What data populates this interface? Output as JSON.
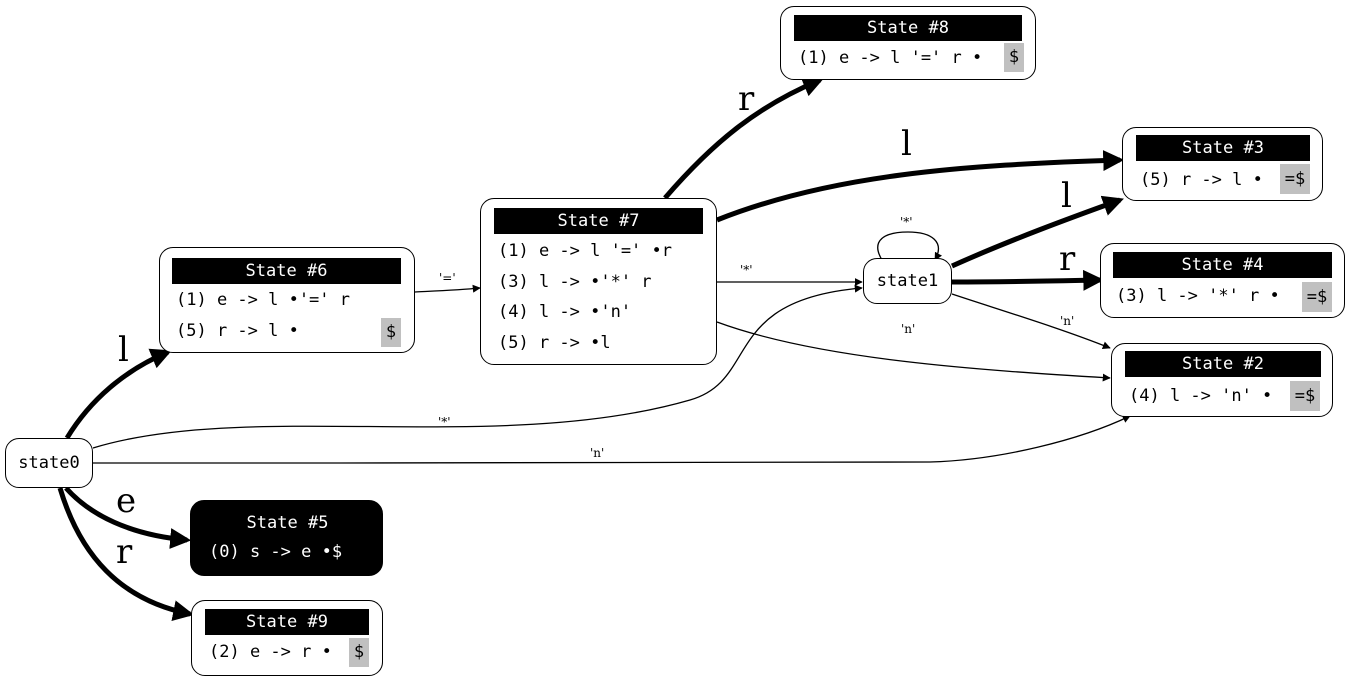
{
  "nodes": {
    "state0": {
      "label": "state0"
    },
    "state1": {
      "label": "state1"
    },
    "s8": {
      "title": "State #8",
      "items": [
        "(1) e -> l '=' r •"
      ],
      "lookahead": "$"
    },
    "s3": {
      "title": "State #3",
      "items": [
        "(5) r -> l •"
      ],
      "lookahead": "=$"
    },
    "s4": {
      "title": "State #4",
      "items": [
        "(3) l -> '*' r •"
      ],
      "lookahead": "=$"
    },
    "s2": {
      "title": "State #2",
      "items": [
        "(4) l -> 'n' •"
      ],
      "lookahead": "=$"
    },
    "s6": {
      "title": "State #6",
      "items": [
        "(1) e -> l •'=' r",
        "(5) r -> l •"
      ],
      "lookahead": "$"
    },
    "s7": {
      "title": "State #7",
      "items": [
        "(1) e -> l '=' •r",
        "(3) l -> •'*' r",
        "(4) l -> •'n'",
        "(5) r -> •l"
      ]
    },
    "s5": {
      "title": "State #5",
      "items": [
        "(0) s -> e •$"
      ]
    },
    "s9": {
      "title": "State #9",
      "items": [
        "(2) e -> r •"
      ],
      "lookahead": "$"
    }
  },
  "edges": [
    {
      "from": "state0",
      "to": "State #6",
      "label": "l"
    },
    {
      "from": "state0",
      "to": "State #5",
      "label": "e"
    },
    {
      "from": "state0",
      "to": "State #9",
      "label": "r"
    },
    {
      "from": "state0",
      "to": "state1",
      "label": "'*'"
    },
    {
      "from": "state0",
      "to": "State #2",
      "label": "'n'"
    },
    {
      "from": "State #6",
      "to": "State #7",
      "label": "'='"
    },
    {
      "from": "State #7",
      "to": "State #8",
      "label": "r"
    },
    {
      "from": "State #7",
      "to": "State #3",
      "label": "l"
    },
    {
      "from": "State #7",
      "to": "state1",
      "label": "'*'"
    },
    {
      "from": "State #7",
      "to": "State #2",
      "label": "'n'"
    },
    {
      "from": "state1",
      "to": "state1",
      "label": "'*'"
    },
    {
      "from": "state1",
      "to": "State #3",
      "label": "l"
    },
    {
      "from": "state1",
      "to": "State #4",
      "label": "r"
    },
    {
      "from": "state1",
      "to": "State #2",
      "label": "'n'"
    }
  ]
}
